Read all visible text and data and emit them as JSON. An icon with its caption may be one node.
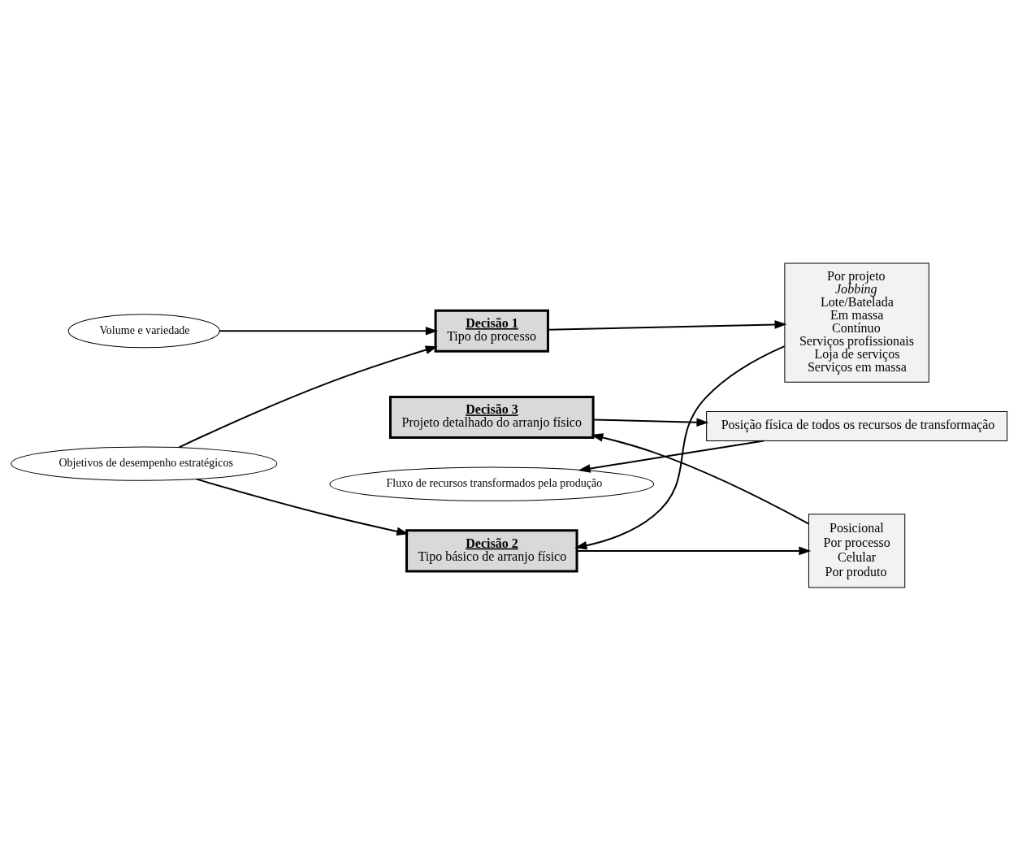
{
  "diagram": {
    "nodes": [
      {
        "text": [
          "Volume e variedade"
        ]
      },
      {
        "text": [
          "Objetivos de desempenho estratégicos"
        ]
      },
      {
        "text": [
          "Decisão 1",
          "Tipo do processo"
        ]
      },
      {
        "text": [
          "Por projeto",
          "Jobbing",
          "Lote/Batelada",
          "Em massa",
          "Contínuo",
          "Serviços profissionais",
          "Loja de serviços",
          "Serviços em massa"
        ]
      },
      {
        "text": [
          "Decisão 2",
          "Tipo básico de arranjo físico"
        ]
      },
      {
        "text": [
          "Posicional",
          "Por processo",
          "Celular",
          "Por produto"
        ]
      },
      {
        "text": [
          "Decisão 3",
          "Projeto detalhado do arranjo físico"
        ]
      },
      {
        "text": [
          "Posição física de todos os recursos de transformação"
        ]
      },
      {
        "text": [
          "Fluxo de recursos transformados pela produção"
        ]
      }
    ],
    "edges": [
      {
        "from": 0,
        "to": 2,
        "arrow": "to"
      },
      {
        "from": 1,
        "to": 2,
        "arrow": "to"
      },
      {
        "from": 1,
        "to": 4,
        "arrow": "to"
      },
      {
        "from": 2,
        "to": 3,
        "arrow": "to"
      },
      {
        "from": 3,
        "to": 4,
        "arrow": "to"
      },
      {
        "from": 4,
        "to": 5,
        "arrow": "to"
      },
      {
        "from": 5,
        "to": 6,
        "arrow": "to"
      },
      {
        "from": 6,
        "to": 7,
        "arrow": "to"
      },
      {
        "from": 7,
        "to": 8,
        "arrow": "to"
      }
    ]
  }
}
